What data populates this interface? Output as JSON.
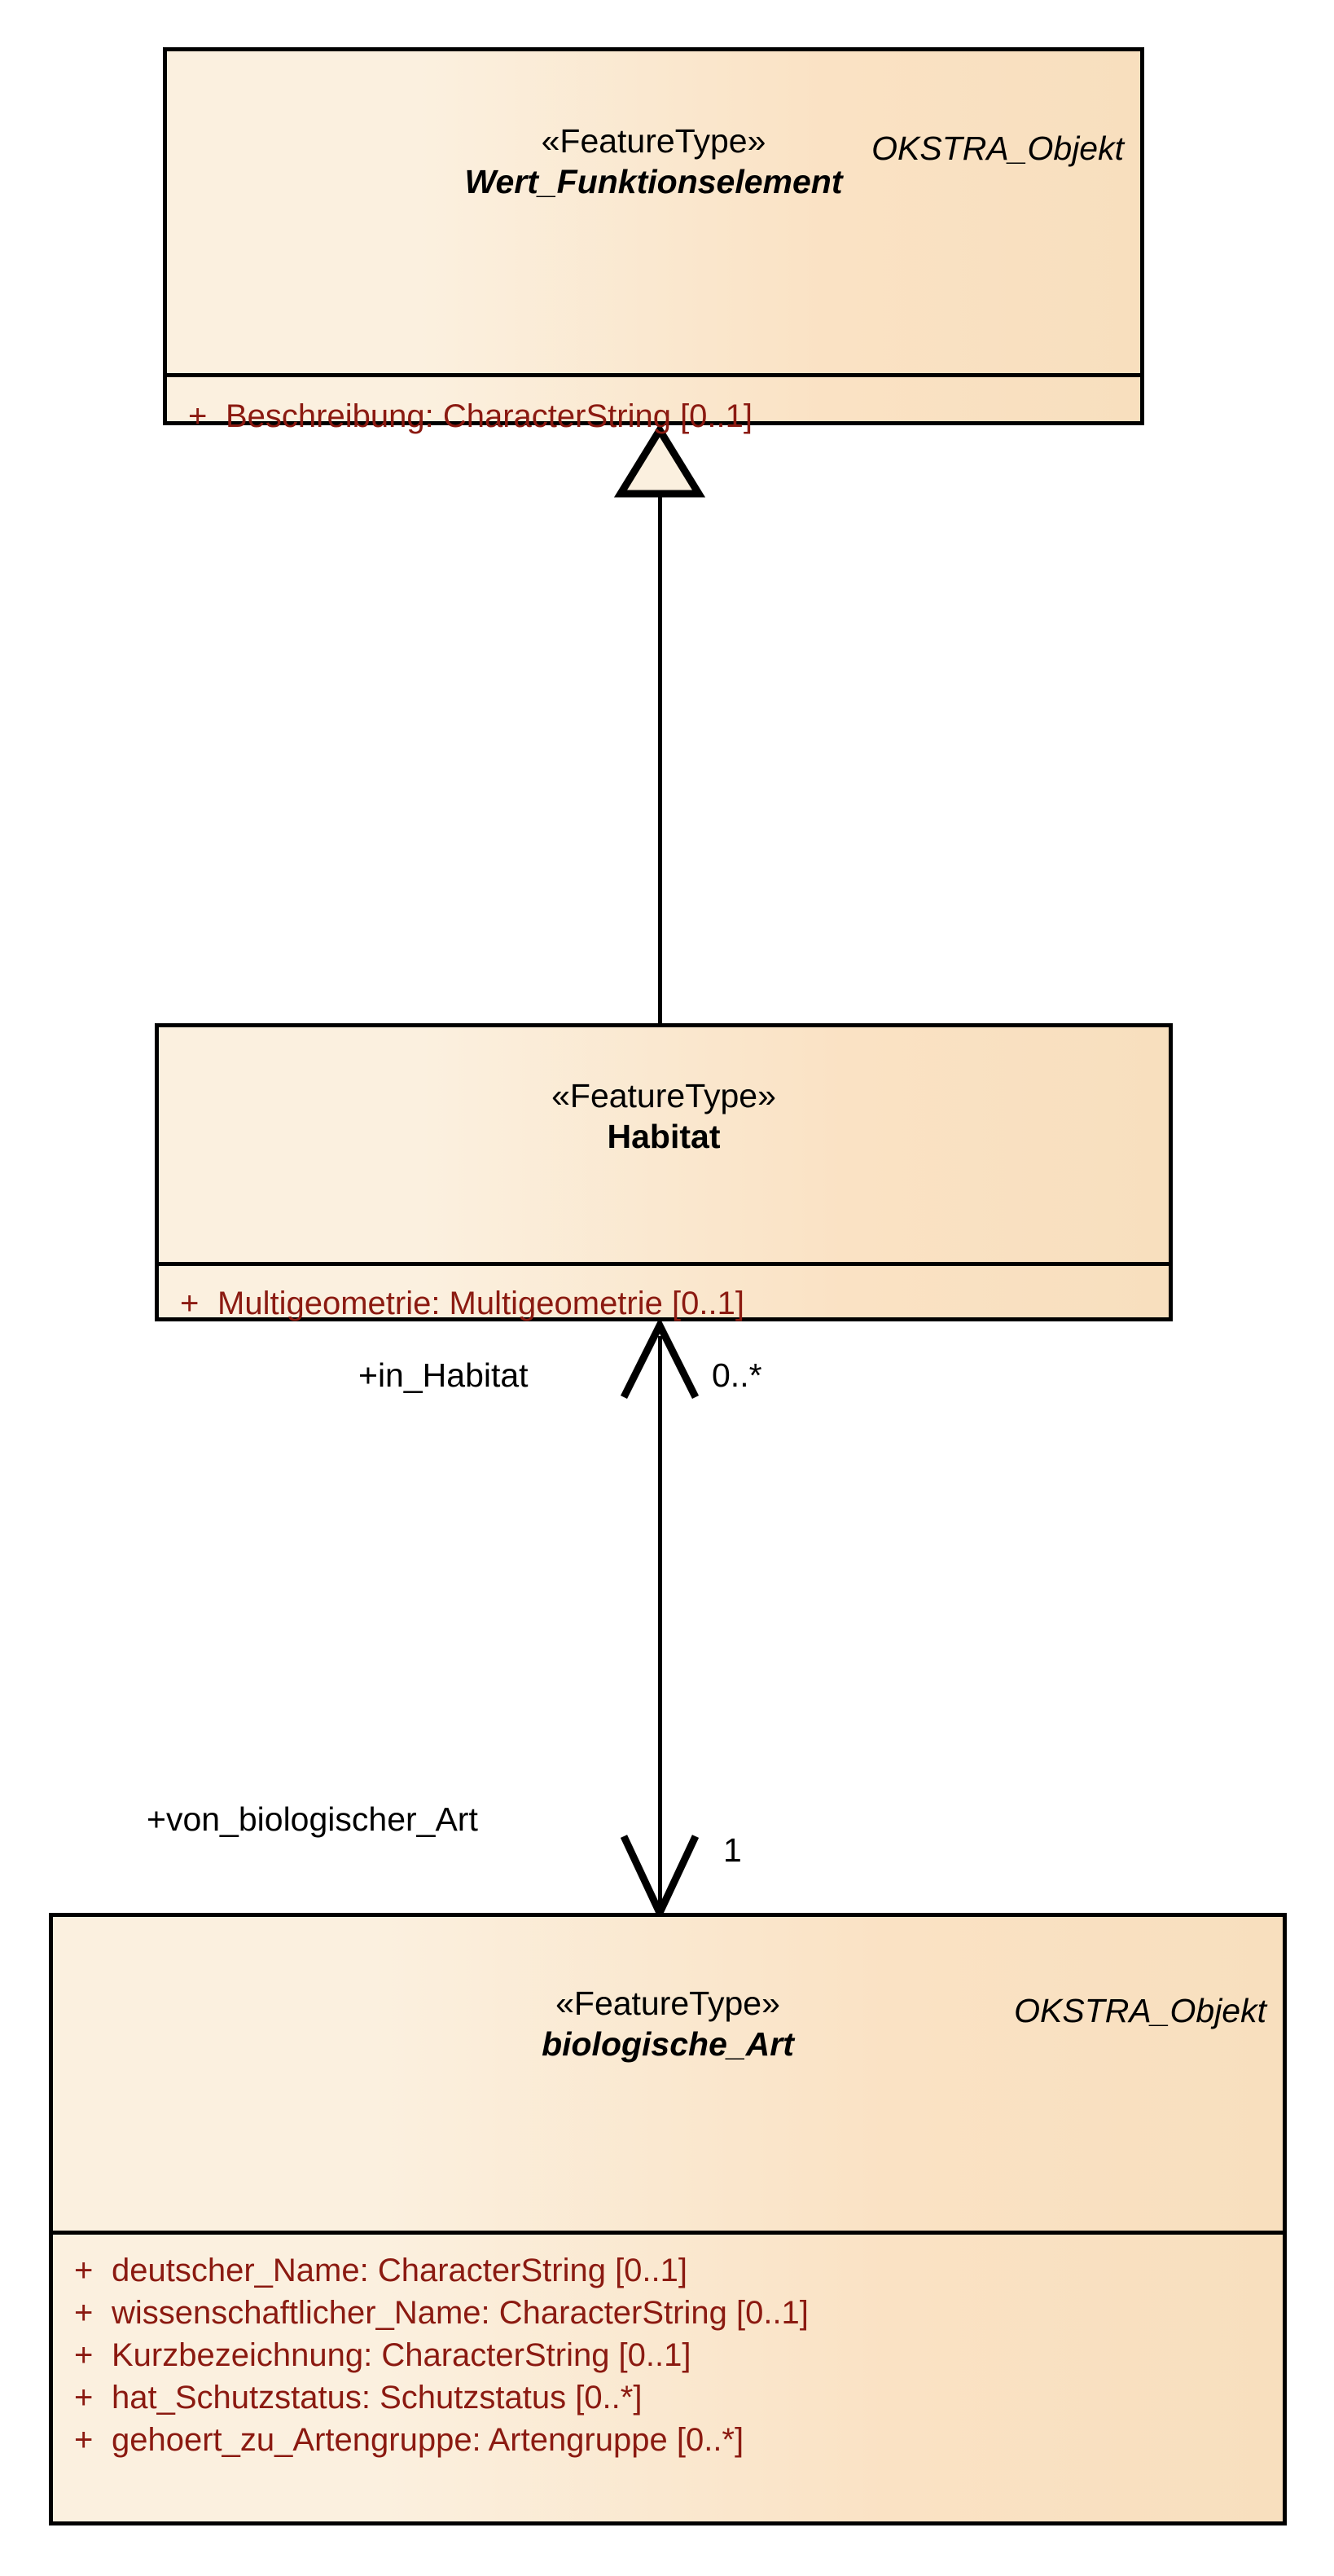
{
  "diagram": {
    "type": "uml-class-diagram",
    "title": "",
    "colors": {
      "class_fill_left": "#fbf0df",
      "class_fill_right": "#f8dfbe",
      "class_border": "#000000",
      "attribute_text": "#8b1a11",
      "name_text": "#000000",
      "shadow": "#dcdcdc",
      "background": "#ffffff"
    }
  },
  "classes": [
    {
      "id": "wert_funktionselement",
      "package_label": "OKSTRA_Objekt",
      "stereotype": "«FeatureType»",
      "name": "Wert_Funktionselement",
      "abstract": true,
      "attributes": [
        {
          "visibility": "+",
          "text": "Beschreibung: CharacterString [0..1]"
        }
      ]
    },
    {
      "id": "habitat",
      "package_label": "",
      "stereotype": "«FeatureType»",
      "name": "Habitat",
      "abstract": false,
      "attributes": [
        {
          "visibility": "+",
          "text": "Multigeometrie: Multigeometrie [0..1]"
        }
      ]
    },
    {
      "id": "biologische_art",
      "package_label": "OKSTRA_Objekt",
      "stereotype": "«FeatureType»",
      "name": "biologische_Art",
      "abstract": true,
      "attributes": [
        {
          "visibility": "+",
          "text": "deutscher_Name: CharacterString [0..1]"
        },
        {
          "visibility": "+",
          "text": "wissenschaftlicher_Name: CharacterString [0..1]"
        },
        {
          "visibility": "+",
          "text": "Kurzbezeichnung: CharacterString [0..1]"
        },
        {
          "visibility": "+",
          "text": "hat_Schutzstatus: Schutzstatus [0..*]"
        },
        {
          "visibility": "+",
          "text": "gehoert_zu_Artengruppe: Artengruppe [0..*]"
        }
      ]
    }
  ],
  "relationships": [
    {
      "id": "gen-habitat-to-wert",
      "kind": "generalization",
      "from": "habitat",
      "to": "wert_funktionselement",
      "source_role": "",
      "source_multiplicity": "",
      "target_role": "",
      "target_multiplicity": ""
    },
    {
      "id": "assoc-art-habitat",
      "kind": "association",
      "from": "biologische_Art",
      "to": "habitat",
      "upper_role": "+in_Habitat",
      "upper_multiplicity": "0..*",
      "lower_role": "+von_biologischer_Art",
      "lower_multiplicity": "1"
    }
  ]
}
